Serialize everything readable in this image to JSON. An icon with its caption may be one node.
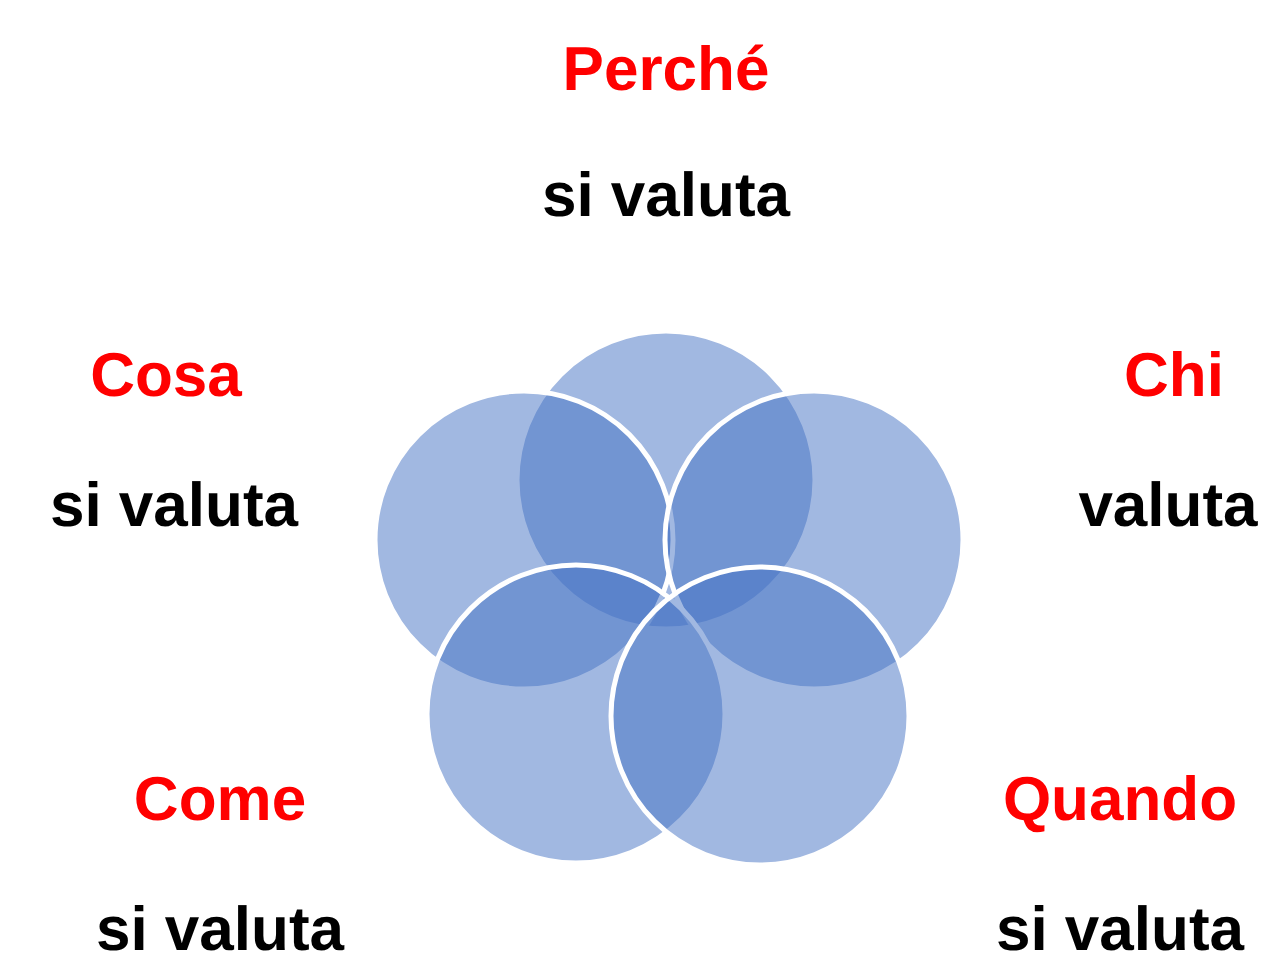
{
  "diagram": {
    "nodes": [
      {
        "text": [
          "Perché",
          "si valuta"
        ]
      },
      {
        "text": [
          "Cosa",
          "si valuta"
        ]
      },
      {
        "text": [
          "Chi",
          "valuta"
        ]
      },
      {
        "text": [
          "Come",
          "si valuta"
        ]
      },
      {
        "text": [
          "Quando",
          "si valuta"
        ]
      }
    ]
  }
}
